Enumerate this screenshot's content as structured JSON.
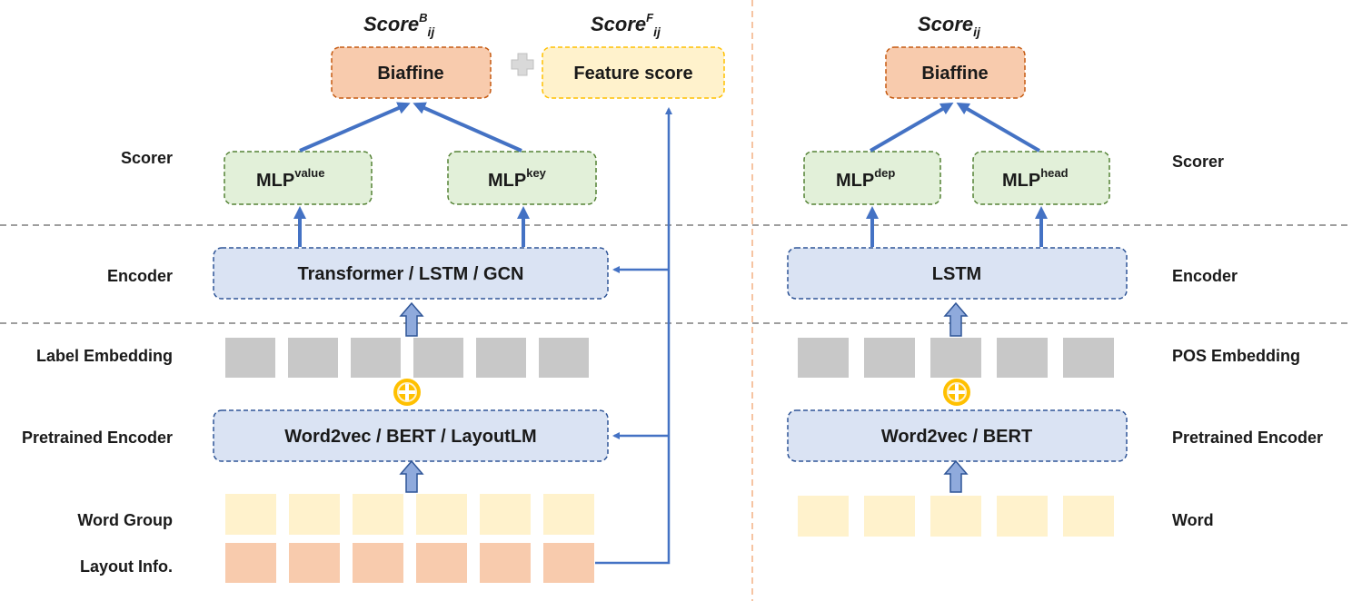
{
  "colors": {
    "biaffine_fill": "#f8cbad",
    "biaffine_border": "#c55a11",
    "feature_fill": "#fff2cc",
    "feature_border": "#ffc000",
    "mlp_fill": "#e2f0d9",
    "mlp_border": "#548235",
    "encoder_fill": "#dae3f3",
    "encoder_border": "#2f5597",
    "embedding_fill": "#c8c8c8",
    "word_fill": "#fff2cc",
    "layout_fill": "#f8cbad",
    "arrow": "#4472c4",
    "plus_circle": "#ffc000",
    "gray_plus": "#d9d9d9",
    "dashed_line": "#7f7f7f",
    "divider": "#f4b183"
  },
  "left": {
    "score_b": {
      "base": "Score",
      "sup": "B",
      "sub": "ij"
    },
    "score_f": {
      "base": "Score",
      "sup": "F",
      "sub": "ij"
    },
    "biaffine": "Biaffine",
    "feature_score": "Feature score",
    "mlp_value": {
      "base": "MLP",
      "sup": "value"
    },
    "mlp_key": {
      "base": "MLP",
      "sup": "key"
    },
    "encoder": "Transformer / LSTM / GCN",
    "pretrained": "Word2vec / BERT / LayoutLM",
    "rows": {
      "scorer": "Scorer",
      "encoder": "Encoder",
      "label_embedding": "Label Embedding",
      "pretrained_encoder": "Pretrained Encoder",
      "word_group": "Word Group",
      "layout_info": "Layout Info."
    },
    "counts": {
      "embedding": 6,
      "word_group": 6,
      "layout": 6
    }
  },
  "right": {
    "score": {
      "base": "Score",
      "sub": "ij"
    },
    "biaffine": "Biaffine",
    "mlp_dep": {
      "base": "MLP",
      "sup": "dep"
    },
    "mlp_head": {
      "base": "MLP",
      "sup": "head"
    },
    "encoder": "LSTM",
    "pretrained": "Word2vec / BERT",
    "rows": {
      "scorer": "Scorer",
      "encoder": "Encoder",
      "pos_embedding": "POS Embedding",
      "pretrained_encoder": "Pretrained Encoder",
      "word": "Word"
    },
    "counts": {
      "embedding": 5,
      "word": 5
    }
  }
}
